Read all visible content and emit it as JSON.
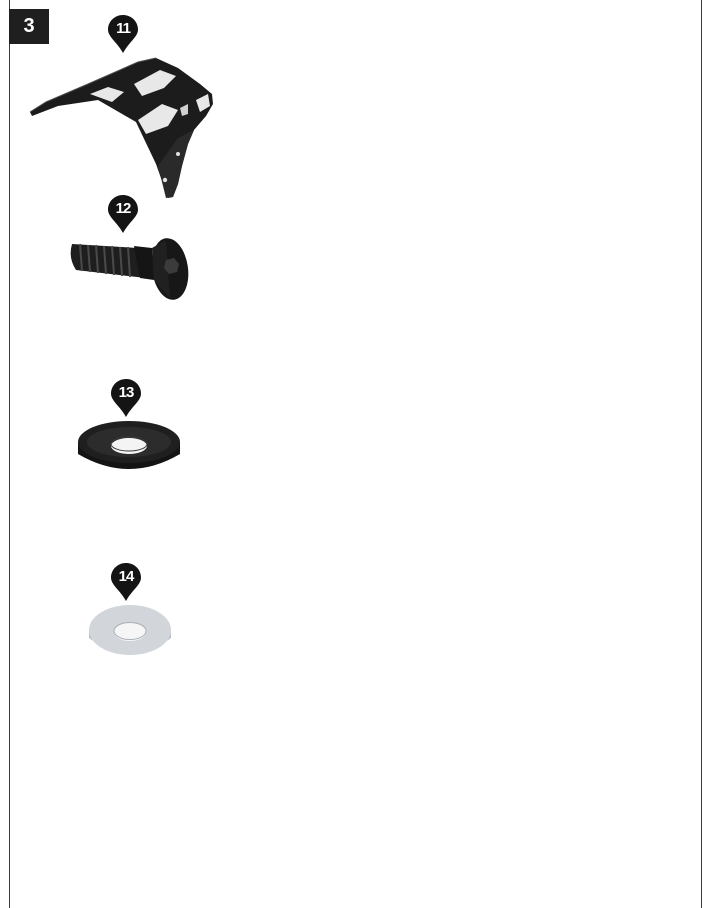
{
  "step": {
    "number": "3"
  },
  "parts": [
    {
      "callout": "11",
      "icon": "rack-bracket-icon"
    },
    {
      "callout": "12",
      "icon": "countersunk-bolt-icon"
    },
    {
      "callout": "13",
      "icon": "countersunk-washer-icon"
    },
    {
      "callout": "14",
      "icon": "flat-washer-icon"
    }
  ],
  "colors": {
    "part_dark": "#1c1c1c",
    "washer_light": "#cfd3d8",
    "badge": "#1f1f1f"
  }
}
